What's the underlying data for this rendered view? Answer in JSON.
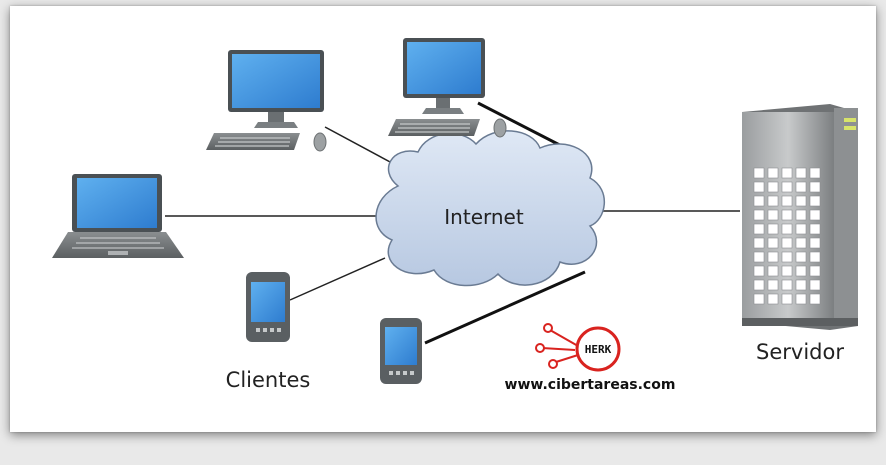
{
  "diagram": {
    "cloud_label": "Internet",
    "clients_label": "Clientes",
    "server_label": "Servidor",
    "watermark": {
      "logo_text": "HERK",
      "url": "www.cibertareas.com"
    }
  },
  "colors": {
    "screen": "#3d8fd9",
    "device_gray": "#5e6366",
    "cloud_fill": "#c5d4e9",
    "cloud_stroke": "#6a7b93",
    "server_gray": "#7f8284",
    "logo_red": "#d9231f",
    "line": "#222222"
  }
}
